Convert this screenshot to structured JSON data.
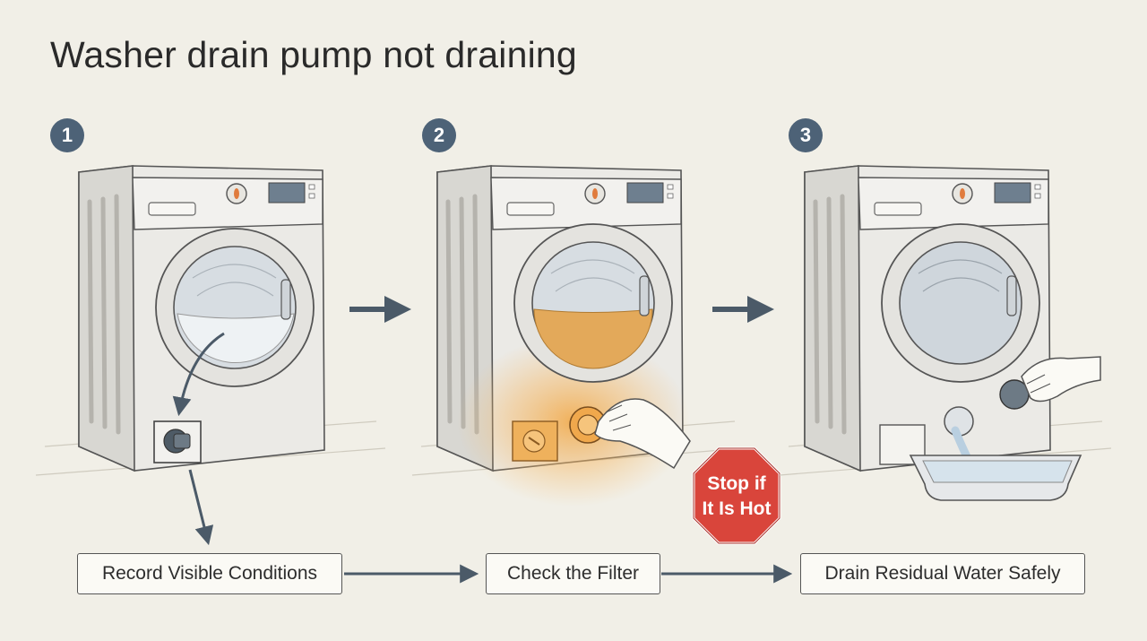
{
  "title": "Washer drain pump not draining",
  "steps": [
    {
      "number": "1",
      "label": "Record Visible Conditions"
    },
    {
      "number": "2",
      "label": "Check the Filter"
    },
    {
      "number": "3",
      "label": "Drain Residual Water Safely"
    }
  ],
  "warning": {
    "line1": "Stop if",
    "line2": "It Is Hot",
    "color": "#d9453b"
  },
  "colors": {
    "badge": "#4d6277",
    "hot_glow": "#f2a641",
    "arrow": "#4b5a68"
  }
}
